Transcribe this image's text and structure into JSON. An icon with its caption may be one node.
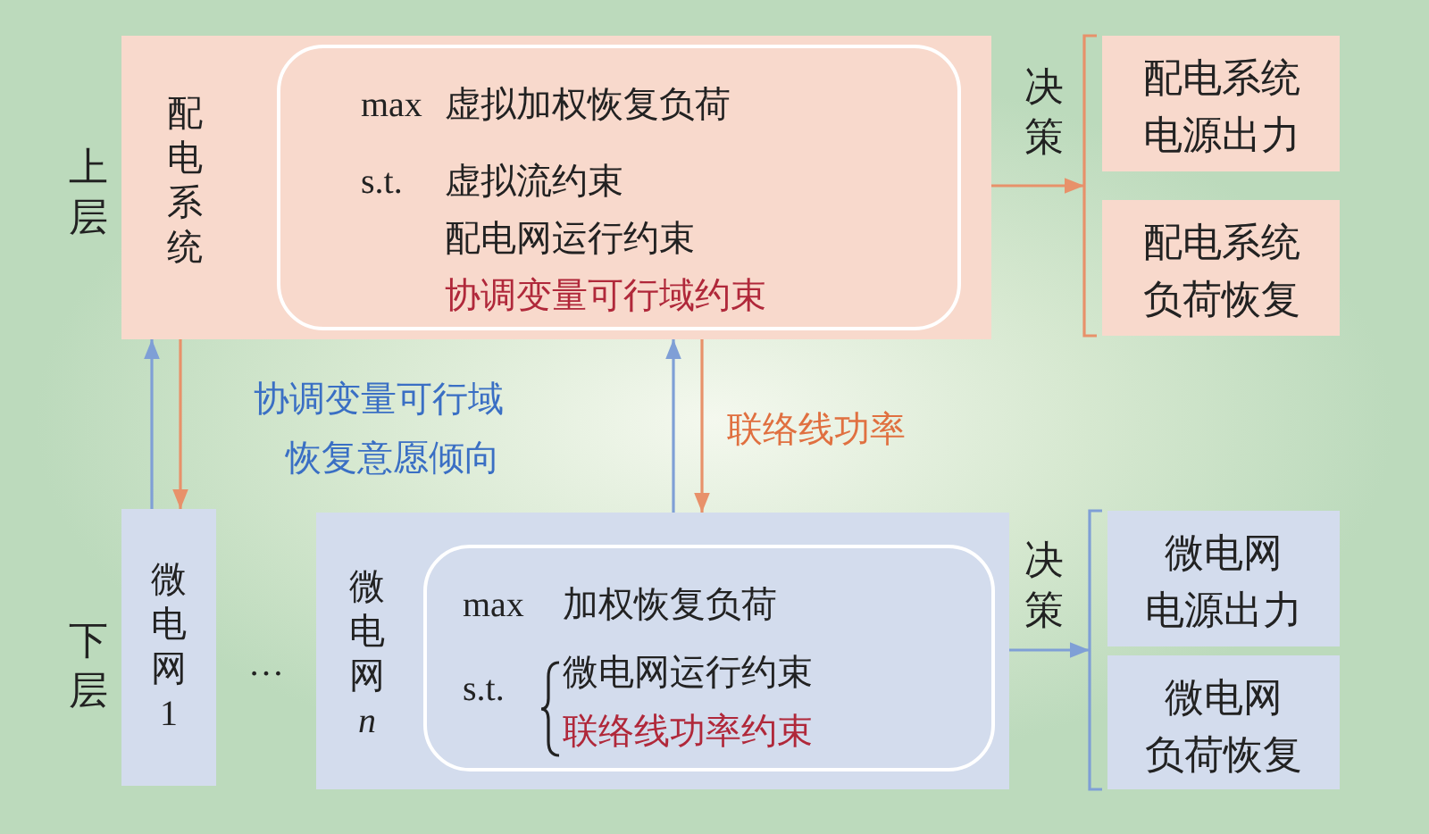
{
  "diagram": {
    "nodes": [
      {
        "text": [
          "配电系统"
        ]
      },
      {
        "text": [
          "max",
          "虚拟加权恢复负荷",
          "s.t.",
          "虚拟流约束",
          "配电网运行约束",
          "协调变量可行域约束"
        ],
        "in": 0
      },
      {
        "text": [
          "配电系统电源出力"
        ]
      },
      {
        "text": [
          "配电系统负荷恢复"
        ]
      },
      {
        "text": [
          "微电网1"
        ]
      },
      {
        "text": [
          "微电网n"
        ]
      },
      {
        "text": [
          "max",
          "加权恢复负荷",
          "s.t.",
          "微电网运行约束",
          "联络线功率约束"
        ],
        "in": 5
      },
      {
        "text": [
          "微电网电源出力"
        ]
      },
      {
        "text": [
          "微电网负荷恢复"
        ]
      }
    ],
    "edges": [
      {
        "from": 4,
        "to": 0,
        "arrow": "to",
        "color": "#7f9fd6"
      },
      {
        "from": 0,
        "to": 4,
        "arrow": "to",
        "color": "#e8916a"
      },
      {
        "from": 5,
        "to": 0,
        "arrow": "to",
        "color": "#7f9fd6"
      },
      {
        "from": 0,
        "to": 5,
        "arrow": "to",
        "label": "联络线功率",
        "color": "#e8916a"
      },
      {
        "from": 0,
        "to": 2,
        "arrow": "to",
        "color": "#e8916a"
      },
      {
        "from": 0,
        "to": 3,
        "arrow": "to",
        "color": "#e8916a"
      },
      {
        "from": 5,
        "to": 7,
        "arrow": "to",
        "color": "#7f9fd6"
      },
      {
        "from": 5,
        "to": 8,
        "arrow": "to",
        "color": "#7f9fd6"
      }
    ],
    "labels": [
      "上层",
      "决策",
      "协调变量可行域",
      "恢复意愿倾向",
      "下层",
      "…",
      "决策"
    ]
  }
}
